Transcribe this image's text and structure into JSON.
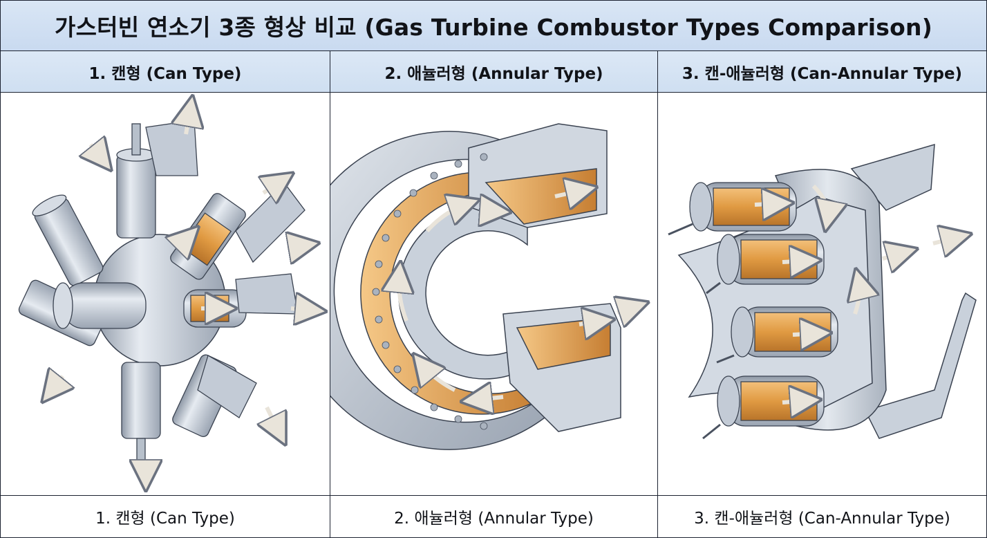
{
  "title": "가스터빈 연소기 3종 형상 비교 (Gas Turbine Combustor Types Comparison)",
  "columns": [
    {
      "header": "1. 캔형 (Can Type)",
      "caption": "1. 캔형 (Can Type)"
    },
    {
      "header": "2. 애뉼러형 (Annular Type)",
      "caption": "2. 애뉼러형 (Annular Type)"
    },
    {
      "header": "3. 캔-애뉼러형 (Can-Annular Type)",
      "caption": "3. 캔-애뉼러형 (Can-Annular Type)"
    }
  ],
  "colors": {
    "metal": "#c3cbd6",
    "metal_dark": "#8e98a6",
    "liner": "#e8a24e",
    "outline": "#3a4250",
    "arrow": "#e9e4da"
  }
}
